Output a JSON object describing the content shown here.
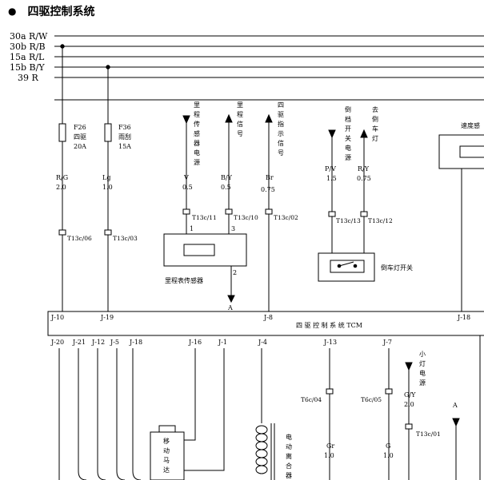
{
  "title": "四驱控制系统",
  "bus_labels": [
    "30a R/W",
    "30b R/B",
    "15a R/L",
    "15b B/Y",
    "39  R"
  ],
  "fuses": [
    {
      "name": "F26",
      "desc": "四驱",
      "rating": "20A"
    },
    {
      "name": "F36",
      "desc": "雨刮",
      "rating": "15A"
    }
  ],
  "wires": {
    "w1": {
      "color": "R/G",
      "size": "2.0"
    },
    "w2": {
      "color": "Lg",
      "size": "1.0"
    },
    "w3": {
      "color": "V",
      "size": "0.5"
    },
    "w4": {
      "color": "B/Y",
      "size": "0.5"
    },
    "w5": {
      "color": "Br",
      "size": "0.75"
    },
    "w6": {
      "color": "P/V",
      "size": "1.5"
    },
    "w7": {
      "color": "R/Y",
      "size": "0.75"
    },
    "w8": {
      "color": "Gr",
      "size": "1.0"
    },
    "w9": {
      "color": "G",
      "size": "1.0"
    },
    "w10": {
      "color": "G/Y",
      "size": "2.0"
    }
  },
  "connectors": {
    "c1": "T13c/06",
    "c2": "T13c/03",
    "c3": "T13c/11",
    "c4": "T13c/10",
    "c5": "T13c/02",
    "c6": "T13c/13",
    "c7": "T13c/12",
    "c8": "T6c/04",
    "c9": "T6c/05",
    "c10": "T13c/01"
  },
  "signals": {
    "s1": "里程传感器电源",
    "s2": "里程信号",
    "s3": "四驱指示信号",
    "s4": "倒档开关电源",
    "s5": "去倒车灯",
    "s6": "小灯电源"
  },
  "components": {
    "odometer_sensor": "里程表传感器",
    "reverse_switch": "倒车灯开关",
    "speed_sensor": "速度感",
    "tcm": "四 驱 控 制 系 统 TCM",
    "motor": "移动马达",
    "clutch": "电动离合器"
  },
  "pins": {
    "p1": "1",
    "p2": "3",
    "p3": "2"
  },
  "ground_labels": {
    "a1": "A",
    "a2": "A"
  },
  "tcm_pins_top": [
    "J-10",
    "J-19",
    "J-8",
    "J-18"
  ],
  "tcm_pins_bottom": [
    "J-20",
    "J-21",
    "J-12",
    "J-5",
    "J-18",
    "J-16",
    "J-1",
    "J-4",
    "J-13",
    "J-7"
  ]
}
